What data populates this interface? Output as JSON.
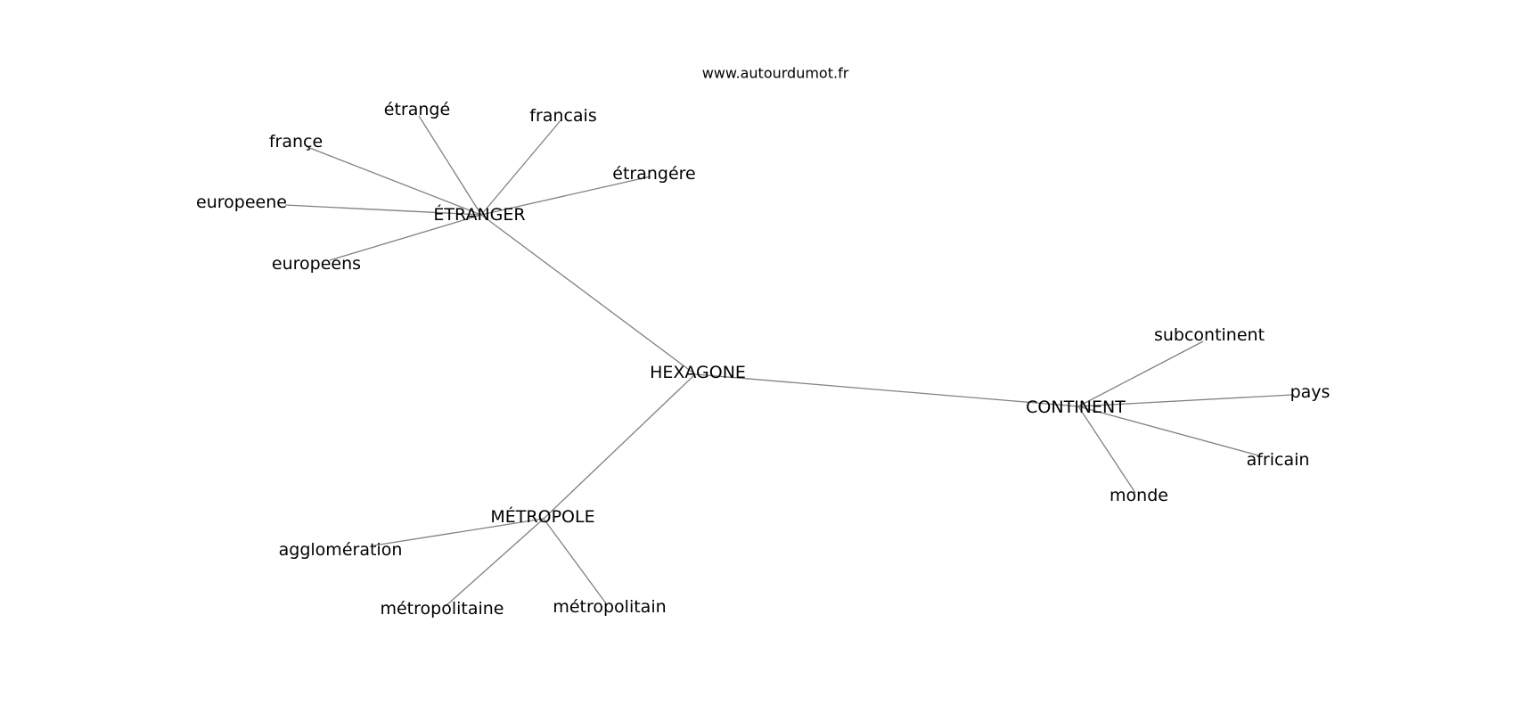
{
  "watermark": "www.autourdumot.fr",
  "graph": {
    "nodes": [
      {
        "id": "hexagone",
        "label": "HEXAGONE"
      },
      {
        "id": "etranger",
        "label": "ÉTRANGER"
      },
      {
        "id": "continent",
        "label": "CONTINENT"
      },
      {
        "id": "metropole",
        "label": "MÉTROPOLE"
      },
      {
        "id": "etrange",
        "label": "étrangé"
      },
      {
        "id": "francais",
        "label": "francais"
      },
      {
        "id": "france",
        "label": "françe"
      },
      {
        "id": "etrangere",
        "label": "étrangére"
      },
      {
        "id": "europeene",
        "label": "europeene"
      },
      {
        "id": "europeens",
        "label": "europeens"
      },
      {
        "id": "subcontinent",
        "label": "subcontinent"
      },
      {
        "id": "pays",
        "label": "pays"
      },
      {
        "id": "africain",
        "label": "africain"
      },
      {
        "id": "monde",
        "label": "monde"
      },
      {
        "id": "agglomeration",
        "label": "agglomération"
      },
      {
        "id": "metropolitaine",
        "label": "métropolitaine"
      },
      {
        "id": "metropolitain",
        "label": "métropolitain"
      }
    ],
    "edges": [
      [
        "hexagone",
        "etranger"
      ],
      [
        "hexagone",
        "continent"
      ],
      [
        "hexagone",
        "metropole"
      ],
      [
        "etranger",
        "etrange"
      ],
      [
        "etranger",
        "francais"
      ],
      [
        "etranger",
        "france"
      ],
      [
        "etranger",
        "etrangere"
      ],
      [
        "etranger",
        "europeene"
      ],
      [
        "etranger",
        "europeens"
      ],
      [
        "continent",
        "subcontinent"
      ],
      [
        "continent",
        "pays"
      ],
      [
        "continent",
        "africain"
      ],
      [
        "continent",
        "monde"
      ],
      [
        "metropole",
        "agglomeration"
      ],
      [
        "metropole",
        "metropolitaine"
      ],
      [
        "metropole",
        "metropolitain"
      ]
    ]
  }
}
